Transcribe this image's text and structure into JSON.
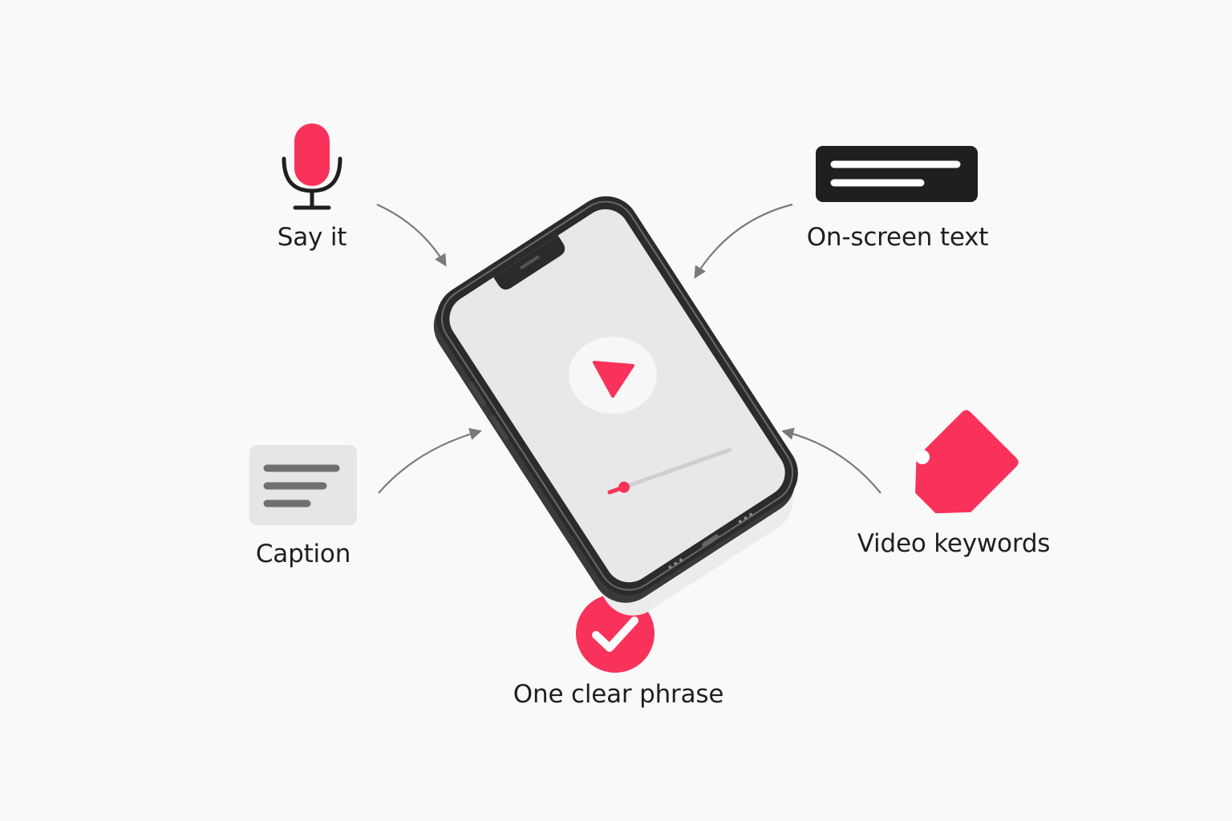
{
  "colors": {
    "background": "#f9f9f9",
    "accent": "#f8325a",
    "dark": "#1f1f1f",
    "screen": "#e8e8e8",
    "caption_box": "#e6e6e6",
    "caption_lines": "#707070",
    "arrow": "#7a7a7a",
    "progress_track": "#cfcfcf"
  },
  "icons": {
    "center": "smartphone-video-player-icon",
    "say_it": "microphone-icon",
    "on_screen_text": "text-bar-icon",
    "caption": "caption-lines-icon",
    "video_keywords": "price-tag-icon",
    "one_clear_phrase": "checkmark-circle-icon",
    "play": "play-icon"
  },
  "labels": {
    "say_it": "Say it",
    "on_screen_text": "On-screen text",
    "caption": "Caption",
    "video_keywords": "Video keywords",
    "one_clear_phrase": "One clear phrase"
  },
  "player": {
    "progress": 0.12
  }
}
